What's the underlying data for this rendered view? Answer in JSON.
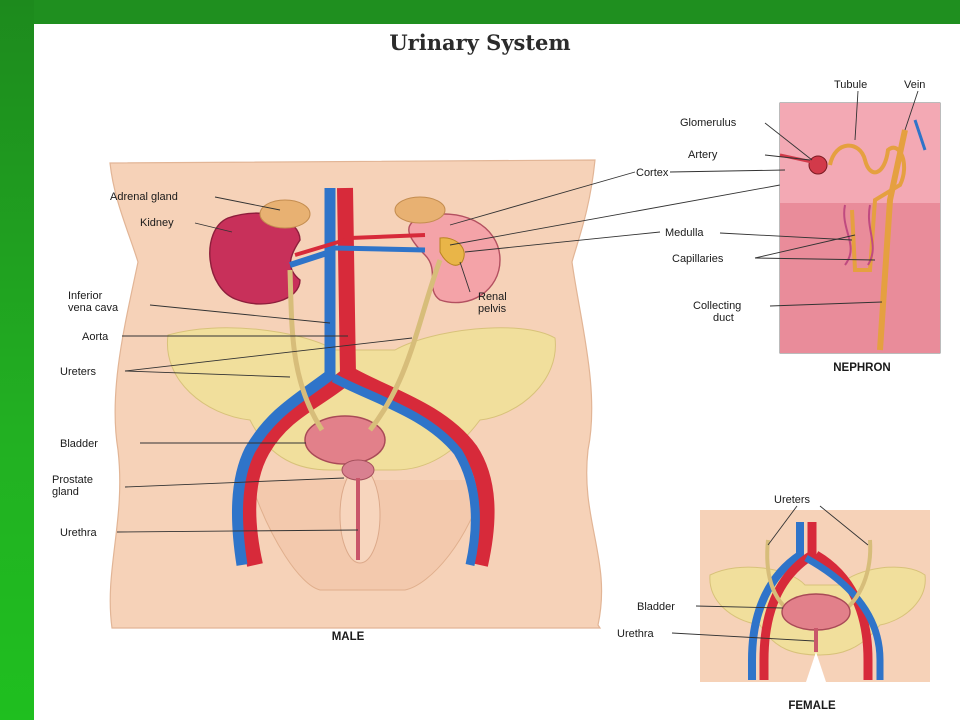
{
  "title": "Urinary System",
  "labels": {
    "adrenal_gland": "Adrenal gland",
    "kidney": "Kidney",
    "inferior_vena_cava_1": "Inferior",
    "inferior_vena_cava_2": "vena cava",
    "aorta": "Aorta",
    "ureters": "Ureters",
    "bladder": "Bladder",
    "prostate_1": "Prostate",
    "prostate_2": "gland",
    "urethra": "Urethra",
    "cortex": "Cortex",
    "medulla": "Medulla",
    "capillaries": "Capillaries",
    "collecting_1": "Collecting",
    "collecting_2": "duct",
    "renal_1": "Renal",
    "renal_2": "pelvis",
    "glomerulus": "Glomerulus",
    "artery": "Artery",
    "tubule": "Tubule",
    "vein": "Vein",
    "female_ureters": "Ureters",
    "female_bladder": "Bladder",
    "female_urethra": "Urethra"
  },
  "captions": {
    "male": "MALE",
    "nephron": "NEPHRON",
    "female": "FEMALE"
  },
  "colors": {
    "frame_green": "#1f9a1f",
    "skin": "#f6d2b8",
    "pelvis_bone": "#f1df9c",
    "artery_red": "#d72a3a",
    "vein_blue": "#2f74c9",
    "kidney": "#c8305a"
  }
}
